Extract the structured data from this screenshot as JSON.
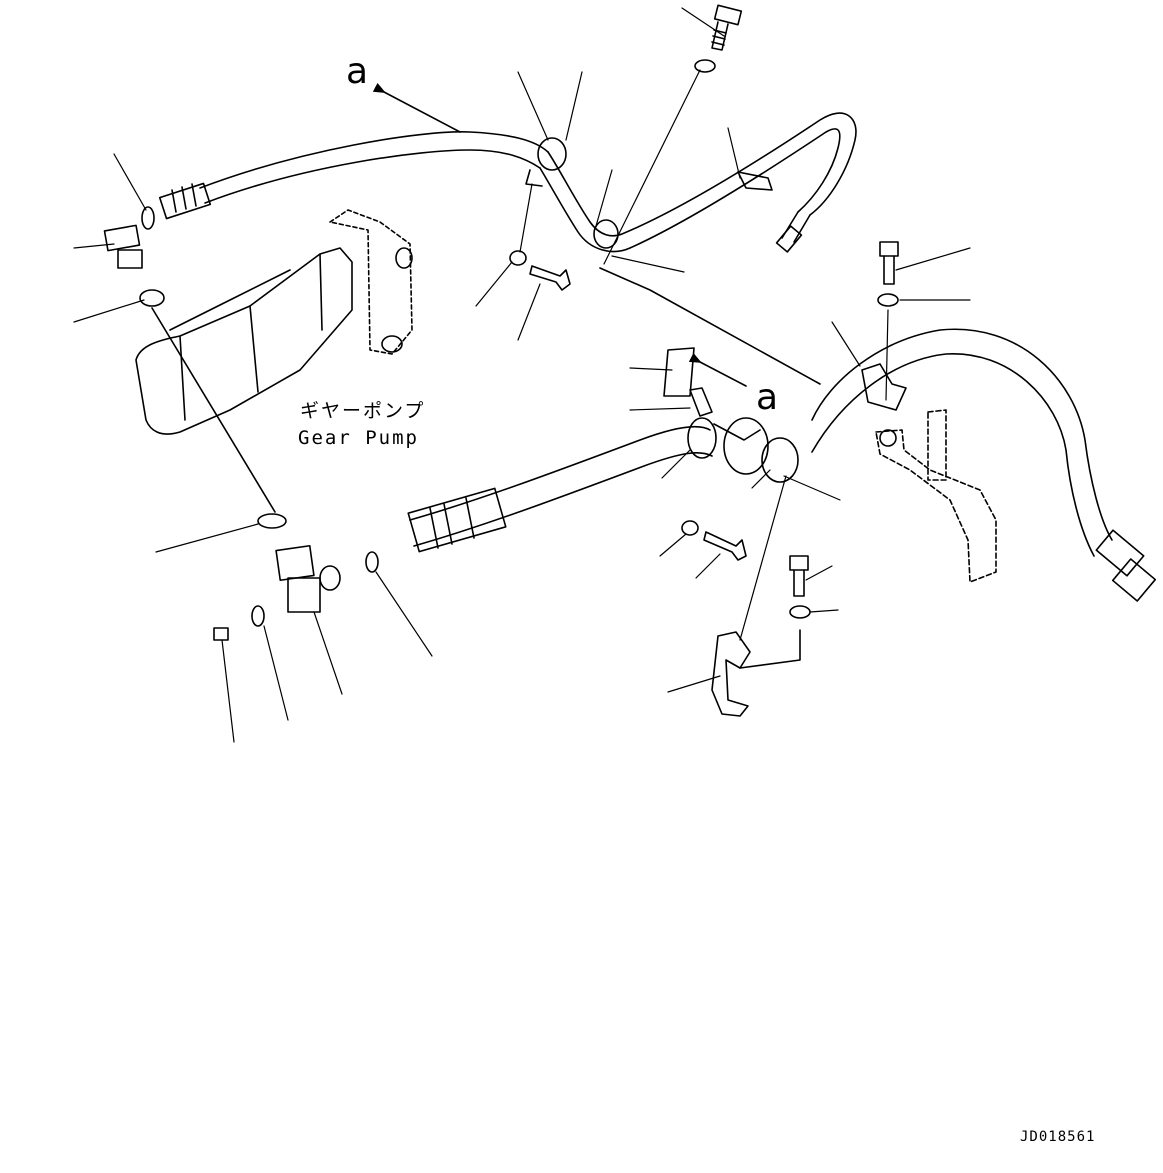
{
  "callout_label": "a",
  "part_caption": {
    "japanese": "ギヤーポンプ",
    "english": "Gear Pump"
  },
  "document_id": "JD018561",
  "colors": {
    "ink": "#000000",
    "paper": "#ffffff"
  }
}
